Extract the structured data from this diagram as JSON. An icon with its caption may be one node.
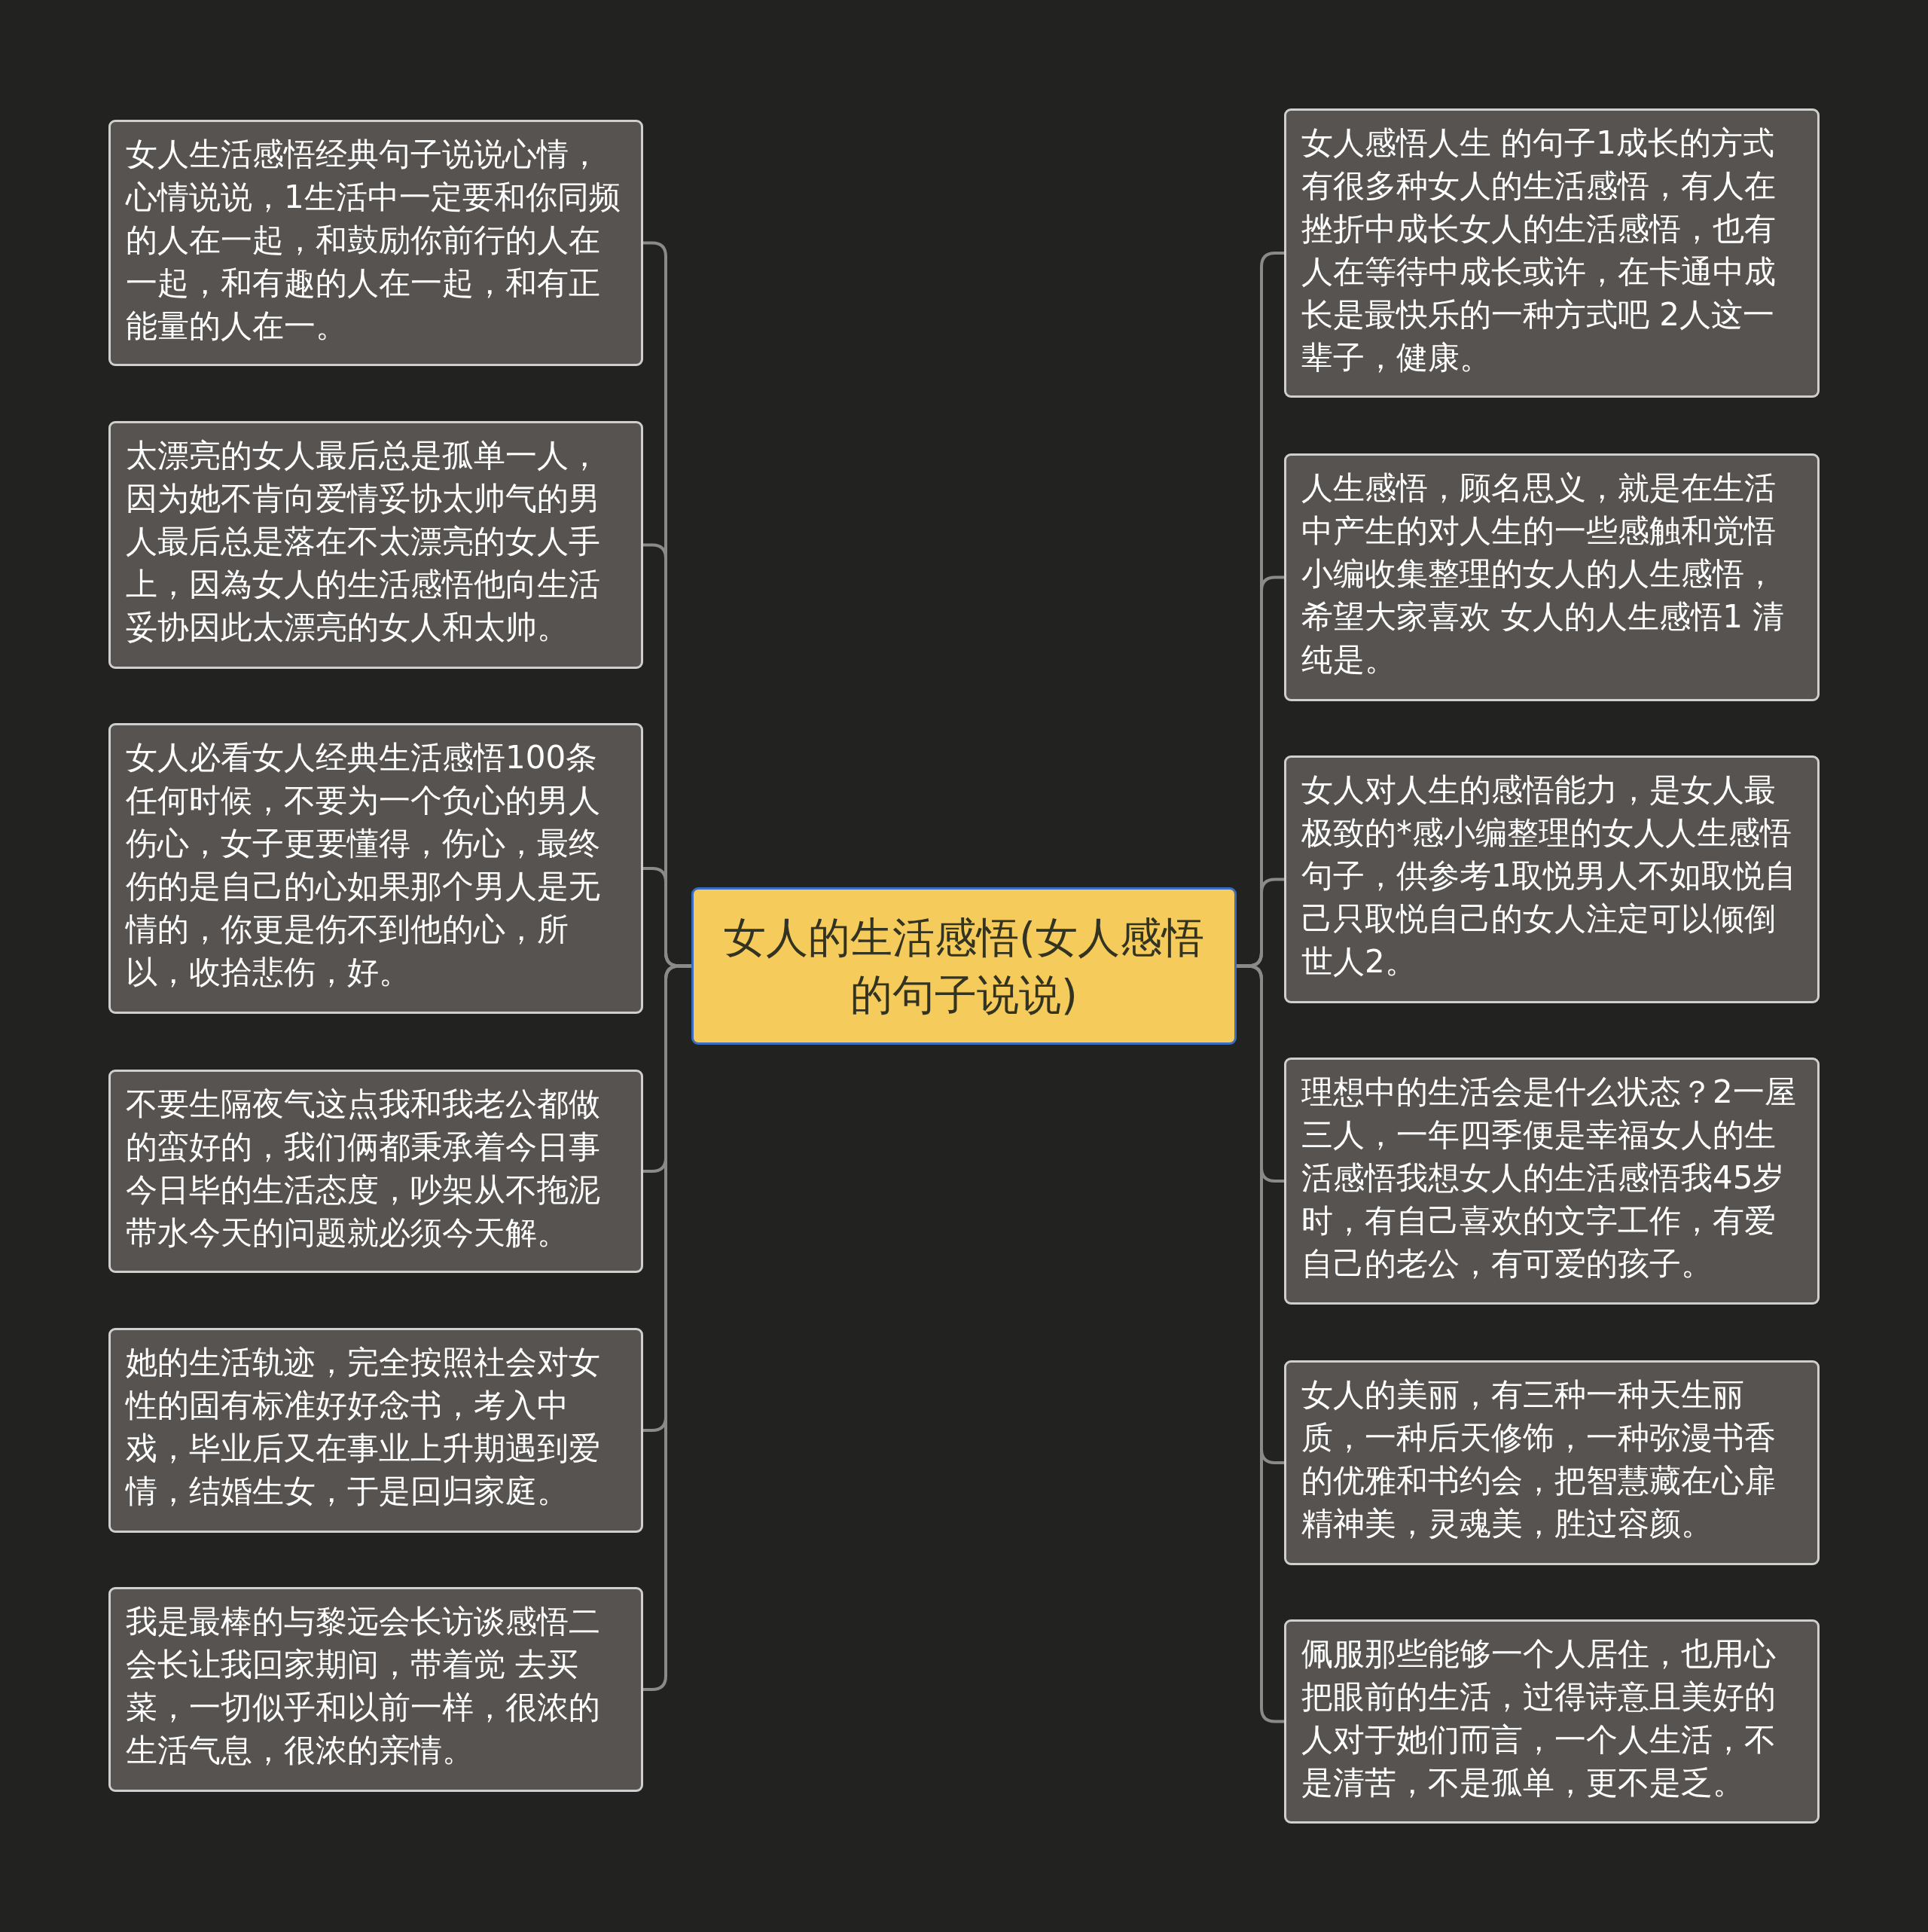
{
  "diagram": {
    "nodes": [
      {
        "text": [
          "女人的生活感悟(女人感悟的句子说说)"
        ]
      },
      {
        "text": [
          "女人生活感悟经典句子说说心情，心情说说，1生活中一定要和你同频的人在一起，和鼓励你前行的人在一起，和有趣的人在一起，和有正能量的人在一。"
        ]
      },
      {
        "text": [
          "太漂亮的女人最后总是孤单一人，因为她不肯向爱情妥协太帅气的男人最后总是落在不太漂亮的女人手上，因為女人的生活感悟他向生活妥协因此太漂亮的女人和太帅。"
        ]
      },
      {
        "text": [
          "女人必看女人经典生活感悟100条任何时候，不要为一个负心的男人伤心，女子更要懂得，伤心，最终伤的是自己的心如果那个男人是无情的，你更是伤不到他的心，所以，收拾悲伤，好。"
        ]
      },
      {
        "text": [
          "不要生隔夜气这点我和我老公都做的蛮好的，我们俩都秉承着今日事今日毕的生活态度，吵架从不拖泥带水今天的问题就必须今天解。"
        ]
      },
      {
        "text": [
          "她的生活轨迹，完全按照社会对女性的固有标准好好念书，考入中戏，毕业后又在事业上升期遇到爱情，结婚生女，于是回归家庭。"
        ]
      },
      {
        "text": [
          "我是最棒的与黎远会长访谈感悟二会长让我回家期间，带着觉 去买菜，一切似乎和以前一样，很浓的生活气息，很浓的亲情。"
        ]
      },
      {
        "text": [
          "女人感悟人生 的句子1成长的方式有很多种女人的生活感悟，有人在挫折中成长女人的生活感悟，也有人在等待中成长或许，在卡通中成长是最快乐的一种方式吧 2人这一辈子，健康。"
        ]
      },
      {
        "text": [
          "人生感悟，顾名思义，就是在生活中产生的对人生的一些感触和觉悟小编收集整理的女人的人生感悟，希望大家喜欢 女人的人生感悟1 清纯是。"
        ]
      },
      {
        "text": [
          "女人对人生的感悟能力，是女人最极致的*感小编整理的女人人生感悟句子，供参考1取悦男人不如取悦自己只取悦自己的女人注定可以倾倒世人2。"
        ]
      },
      {
        "text": [
          "理想中的生活会是什么状态？2一屋三人，一年四季便是幸福女人的生活感悟我想女人的生活感悟我45岁时，有自己喜欢的文字工作，有爱自己的老公，有可爱的孩子。"
        ]
      },
      {
        "text": [
          "女人的美丽，有三种一种天生丽质，一种后天修饰，一种弥漫书香的优雅和书约会，把智慧藏在心扉精神美，灵魂美，胜过容颜。"
        ]
      },
      {
        "text": [
          "佩服那些能够一个人居住，也用心把眼前的生活，过得诗意且美好的人对于她们而言，一个人生活，不是清苦，不是孤单，更不是乏。"
        ]
      }
    ],
    "edges": [
      {
        "from": 0,
        "to": 1,
        "arrow": "none"
      },
      {
        "from": 0,
        "to": 2,
        "arrow": "none"
      },
      {
        "from": 0,
        "to": 3,
        "arrow": "none"
      },
      {
        "from": 0,
        "to": 4,
        "arrow": "none"
      },
      {
        "from": 0,
        "to": 5,
        "arrow": "none"
      },
      {
        "from": 0,
        "to": 6,
        "arrow": "none"
      },
      {
        "from": 0,
        "to": 7,
        "arrow": "none"
      },
      {
        "from": 0,
        "to": 8,
        "arrow": "none"
      },
      {
        "from": 0,
        "to": 9,
        "arrow": "none"
      },
      {
        "from": 0,
        "to": 10,
        "arrow": "none"
      },
      {
        "from": 0,
        "to": 11,
        "arrow": "none"
      },
      {
        "from": 0,
        "to": 12,
        "arrow": "none"
      }
    ]
  }
}
